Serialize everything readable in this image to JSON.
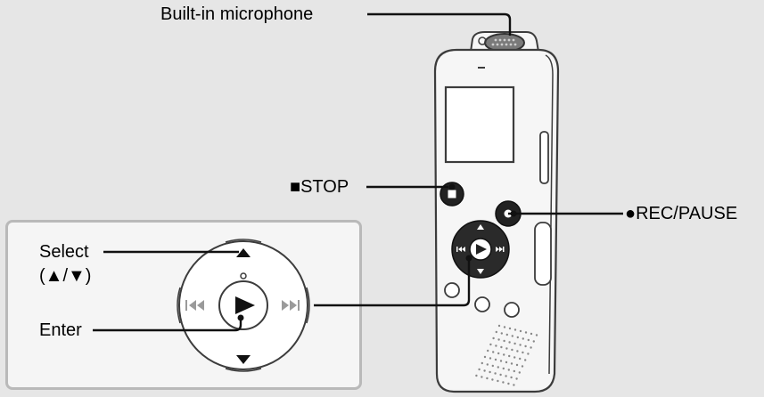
{
  "labels": {
    "microphone": "Built-in microphone",
    "stop": "■STOP",
    "rec_pause": "●REC/PAUSE",
    "select_line1": "Select",
    "select_line2": "(▲/▼)",
    "enter": "Enter"
  },
  "colors": {
    "background": "#e6e6e6",
    "device_body": "#f6f6f6",
    "device_outline": "#3c3c3c",
    "dark_button": "#222222",
    "inset_border": "#b9b9b9"
  },
  "icons": [
    "microphone-grille-icon",
    "stop-icon",
    "record-icon",
    "play-icon",
    "up-arrow-icon",
    "down-arrow-icon",
    "previous-icon",
    "next-icon"
  ]
}
